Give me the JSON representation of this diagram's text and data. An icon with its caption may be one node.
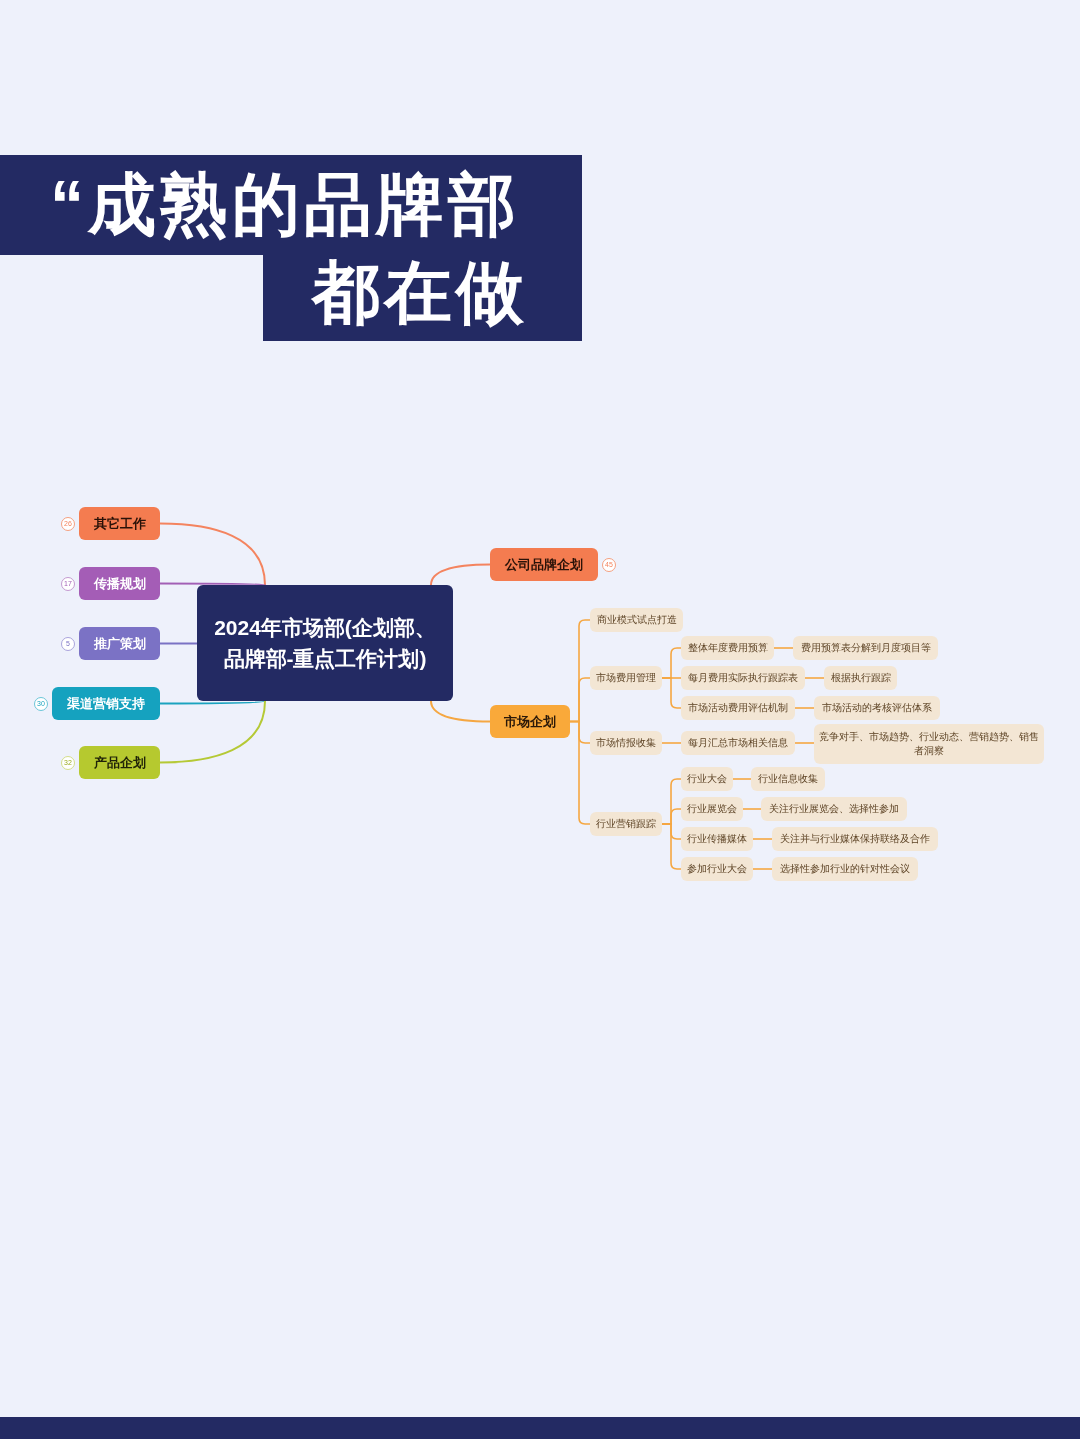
{
  "diagram": {
    "nodes": [
      {
        "text": [
          "2024年市场部(企划部、品牌部-重点工作计划)"
        ]
      },
      {
        "text": [
          "其它工作"
        ],
        "beside": [
          "26"
        ]
      },
      {
        "text": [
          "传播规划"
        ],
        "beside": [
          "17"
        ]
      },
      {
        "text": [
          "推广策划"
        ],
        "beside": [
          "5"
        ]
      },
      {
        "text": [
          "渠道营销支持"
        ],
        "beside": [
          "30"
        ]
      },
      {
        "text": [
          "产品企划"
        ],
        "beside": [
          "32"
        ]
      },
      {
        "text": [
          "公司品牌企划"
        ],
        "beside": [
          "45"
        ]
      },
      {
        "text": [
          "市场企划"
        ]
      },
      {
        "text": [
          "商业模式试点打造"
        ]
      },
      {
        "text": [
          "市场费用管理"
        ]
      },
      {
        "text": [
          "整体年度费用预算"
        ]
      },
      {
        "text": [
          "费用预算表分解到月度项目等"
        ]
      },
      {
        "text": [
          "每月费用实际执行跟踪表"
        ]
      },
      {
        "text": [
          "根据执行跟踪"
        ]
      },
      {
        "text": [
          "市场活动费用评估机制"
        ]
      },
      {
        "text": [
          "市场活动的考核评估体系"
        ]
      },
      {
        "text": [
          "市场情报收集"
        ]
      },
      {
        "text": [
          "每月汇总市场相关信息"
        ]
      },
      {
        "text": [
          "竞争对手、市场趋势、行业动态、营销趋势、销售者洞察"
        ]
      },
      {
        "text": [
          "行业营销跟踪"
        ]
      },
      {
        "text": [
          "行业大会"
        ]
      },
      {
        "text": [
          "行业信息收集"
        ]
      },
      {
        "text": [
          "行业展览会"
        ]
      },
      {
        "text": [
          "关注行业展览会、选择性参加"
        ]
      },
      {
        "text": [
          "行业传播媒体"
        ]
      },
      {
        "text": [
          "关注并与行业媒体保持联络及合作"
        ]
      },
      {
        "text": [
          "参加行业大会"
        ]
      },
      {
        "text": [
          "选择性参加行业的针对性会议"
        ]
      }
    ],
    "edges": [
      {
        "from": 0,
        "to": 1,
        "arrow": "none",
        "color": "#f4845f"
      },
      {
        "from": 0,
        "to": 2,
        "arrow": "none",
        "color": "#a25fb5"
      },
      {
        "from": 0,
        "to": 3,
        "arrow": "none",
        "color": "#7a72c4"
      },
      {
        "from": 0,
        "to": 4,
        "arrow": "none",
        "color": "#1aa3bf"
      },
      {
        "from": 0,
        "to": 5,
        "arrow": "none",
        "color": "#b5c935"
      },
      {
        "from": 0,
        "to": 6,
        "arrow": "none",
        "color": "#f4845f"
      },
      {
        "from": 0,
        "to": 7,
        "arrow": "none"
      },
      {
        "from": 7,
        "to": 8,
        "arrow": "none"
      },
      {
        "from": 7,
        "to": 9,
        "arrow": "none"
      },
      {
        "from": 7,
        "to": 16,
        "arrow": "none"
      },
      {
        "from": 7,
        "to": 19,
        "arrow": "none"
      },
      {
        "from": 9,
        "to": 10,
        "arrow": "none"
      },
      {
        "from": 9,
        "to": 12,
        "arrow": "none"
      },
      {
        "from": 9,
        "to": 14,
        "arrow": "none"
      },
      {
        "from": 10,
        "to": 11,
        "arrow": "none"
      },
      {
        "from": 12,
        "to": 13,
        "arrow": "none"
      },
      {
        "from": 14,
        "to": 15,
        "arrow": "none"
      },
      {
        "from": 16,
        "to": 17,
        "arrow": "none"
      },
      {
        "from": 17,
        "to": 18,
        "arrow": "none"
      },
      {
        "from": 19,
        "to": 20,
        "arrow": "none"
      },
      {
        "from": 19,
        "to": 22,
        "arrow": "none"
      },
      {
        "from": 19,
        "to": 24,
        "arrow": "none"
      },
      {
        "from": 19,
        "to": 26,
        "arrow": "none"
      },
      {
        "from": 20,
        "to": 21,
        "arrow": "none"
      },
      {
        "from": 22,
        "to": 23,
        "arrow": "none"
      },
      {
        "from": 24,
        "to": 25,
        "arrow": "none"
      },
      {
        "from": 26,
        "to": 27,
        "arrow": "none"
      }
    ],
    "labels": [
      "“成熟的品牌部",
      "都在做"
    ]
  }
}
